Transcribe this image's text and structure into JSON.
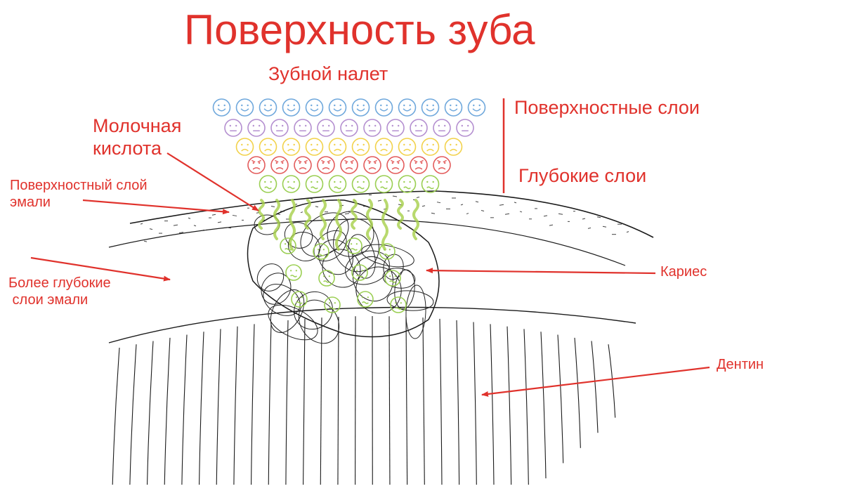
{
  "title": "Поверхность зуба",
  "labels": {
    "plaque": "Зубной налет",
    "lactic_acid": [
      "Молочная",
      "кислота"
    ],
    "surface_layers": "Поверхностные слои",
    "deep_layers": "Глубокие слои",
    "surface_enamel": [
      "Поверхностный слой",
      "эмали"
    ],
    "deeper_enamel": [
      "Более глубокие",
      " слои эмали"
    ],
    "caries": "Кариес",
    "dentin": "Дентин"
  },
  "colors": {
    "label": "#e0322c",
    "ink": "#1a1a1a",
    "acid": "#a6cf4a",
    "happy": "#6fa8dc",
    "neutral": "#b48fd0",
    "sad": "#f2d24b",
    "angry": "#e35b5b",
    "sick": "#9bcf53"
  },
  "bacteria_rows": [
    {
      "mood": "happy",
      "count": 12
    },
    {
      "mood": "neutral",
      "count": 11
    },
    {
      "mood": "sad",
      "count": 10
    },
    {
      "mood": "angry",
      "count": 9
    },
    {
      "mood": "sick",
      "count": 8
    }
  ],
  "cavity_bacteria": {
    "mood": "sick",
    "count": 12
  }
}
